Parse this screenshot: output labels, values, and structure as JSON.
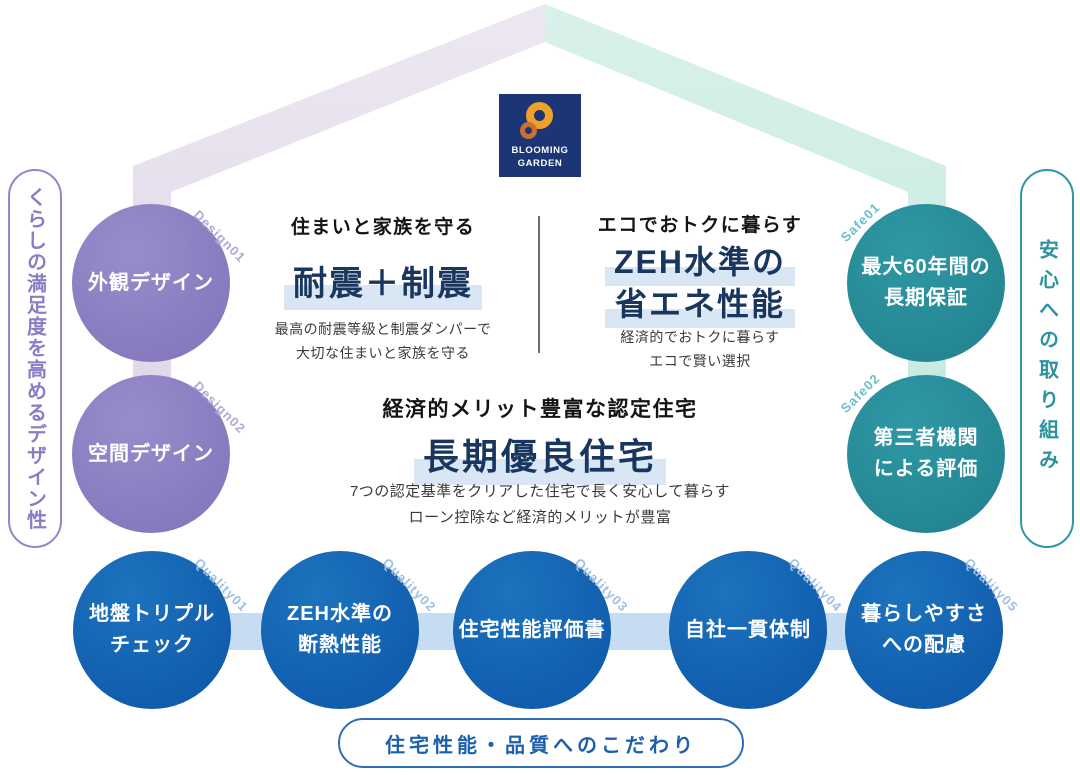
{
  "logo": {
    "line1": "BLOOMING",
    "line2": "GARDEN"
  },
  "pills": {
    "left": "くらしの満足度を高めるデザイン性",
    "right": "安心への取り組み",
    "bottom": "住宅性能・品質へのこだわり"
  },
  "design_circles": [
    {
      "tag": "Design01",
      "label": "外観デザイン"
    },
    {
      "tag": "Design02",
      "label": "空間デザイン"
    }
  ],
  "safe_circles": [
    {
      "tag": "Safe01",
      "label": "最大60年間の\n長期保証"
    },
    {
      "tag": "Safe02",
      "label": "第三者機関\nによる評価"
    }
  ],
  "quality_circles": [
    {
      "tag": "Quality01",
      "label": "地盤トリプル\nチェック"
    },
    {
      "tag": "Quality02",
      "label": "ZEH水準の\n断熱性能"
    },
    {
      "tag": "Quality03",
      "label": "住宅性能評価書"
    },
    {
      "tag": "Quality04",
      "label": "自社一貫体制"
    },
    {
      "tag": "Quality05",
      "label": "暮らしやすさ\nへの配慮"
    }
  ],
  "sections": {
    "quake": {
      "heading": "住まいと家族を守る",
      "title": "耐震＋制震",
      "desc": "最高の耐震等級と制震ダンパーで\n大切な住まいと家族を守る"
    },
    "zeh": {
      "heading": "エコでおトクに暮らす",
      "title_line1": "ZEH水準の",
      "title_line2": "省エネ性能",
      "desc": "経済的でおトクに暮らす\nエコで賢い選択"
    },
    "certified": {
      "heading": "経済的メリット豊富な認定住宅",
      "title": "長期優良住宅",
      "desc": "7つの認定基準をクリアした住宅で長く安心して暮らす\nローン控除など経済的メリットが豊富"
    }
  },
  "colors": {
    "design_purple": "#8a7ec2",
    "safe_teal": "#2a8e9c",
    "quality_blue": "#1264b2",
    "roof_left_lavender": "#e2d8eb",
    "roof_right_mint": "#c6eae1",
    "connector_blue": "#c6dcf2",
    "title_navy": "#18365e",
    "highlight_blue": "#d9e6f4",
    "logo_navy": "#1c3575",
    "logo_orange": "#f0a02c"
  }
}
